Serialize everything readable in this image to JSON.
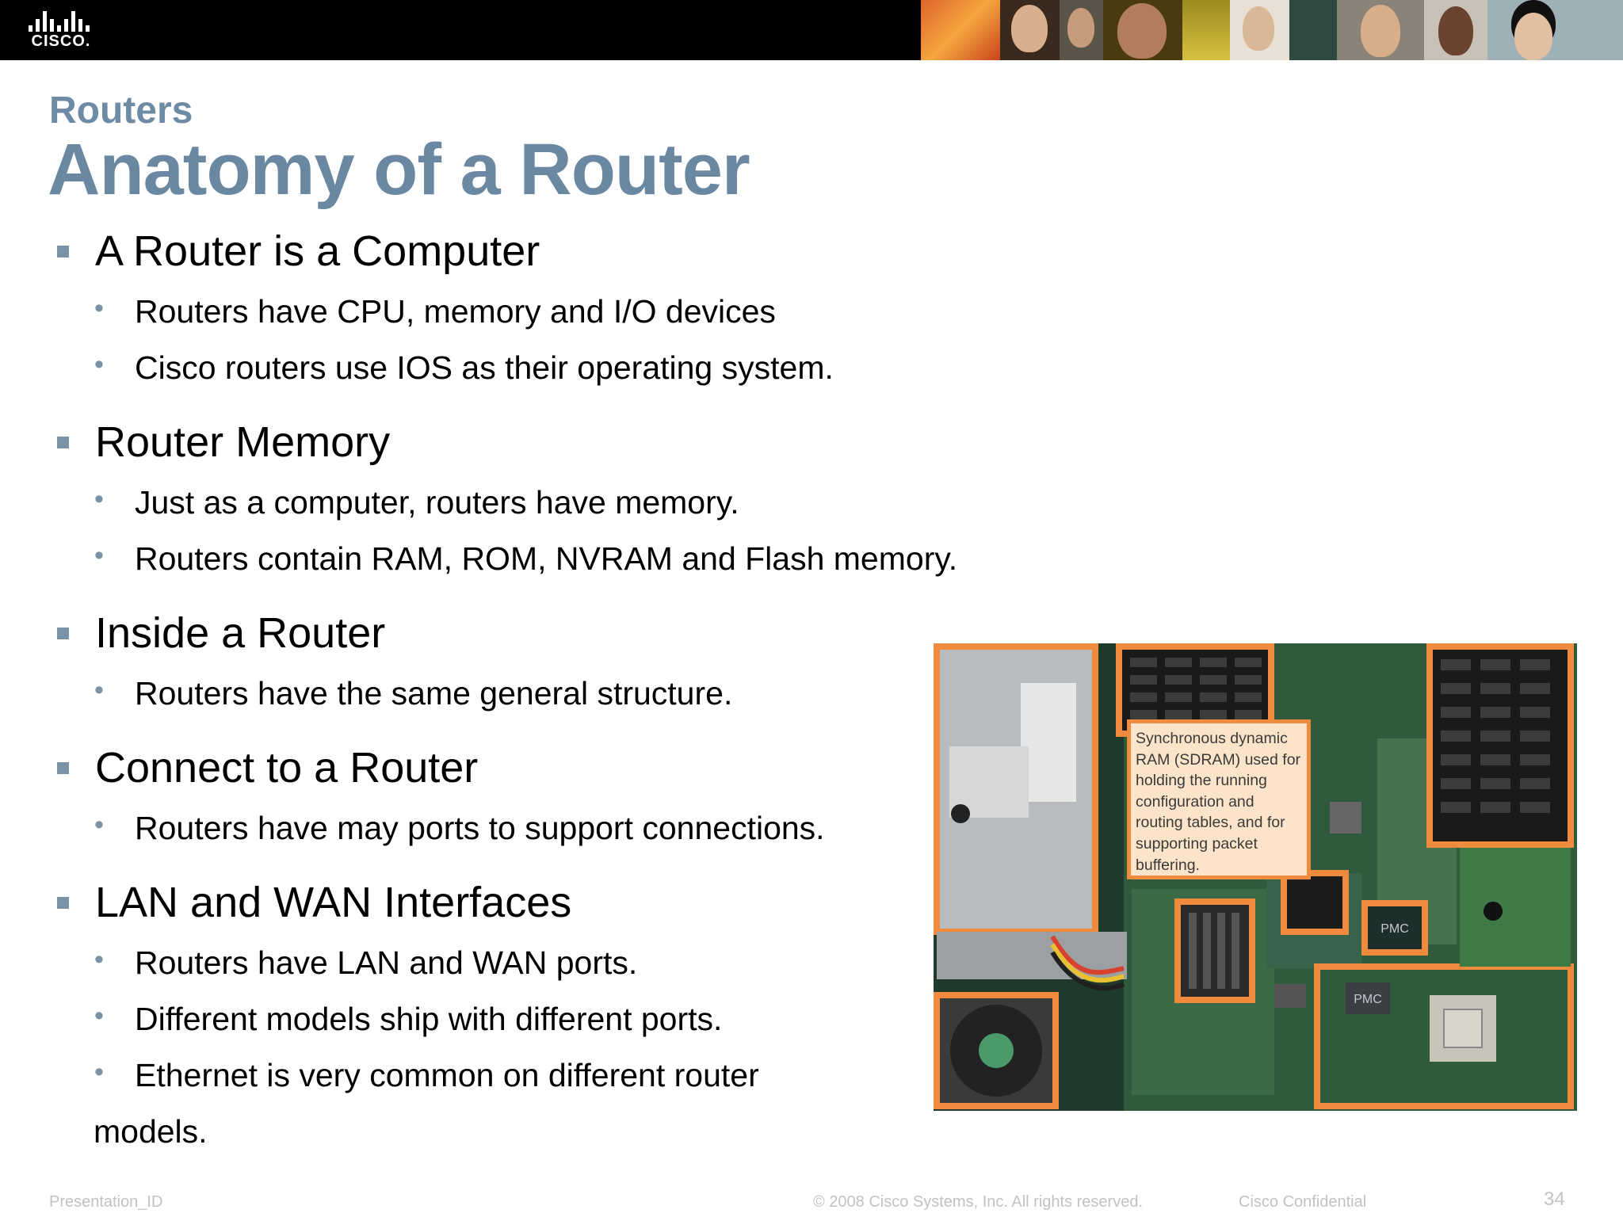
{
  "header": {
    "logo_text": "CISCO.",
    "colors": {
      "banner": "#000000",
      "title": "#6a88a2",
      "bullet": "#7a92a6",
      "highlight": "#f08a3c"
    }
  },
  "slide": {
    "section_title": "Routers",
    "title": "Anatomy of a Router",
    "bullets": [
      {
        "text": "A Router is a Computer",
        "sub": [
          "Routers have CPU, memory and I/O devices",
          "Cisco routers use IOS as their operating system."
        ]
      },
      {
        "text": "Router Memory",
        "sub": [
          "Just as a computer, routers have memory.",
          "Routers contain RAM, ROM, NVRAM and Flash memory."
        ]
      },
      {
        "text": "Inside a Router",
        "sub": [
          "Routers have the same general structure."
        ]
      },
      {
        "text": "Connect to a Router",
        "sub": [
          "Routers have may ports to support connections."
        ]
      },
      {
        "text": "LAN and WAN Interfaces",
        "sub": [
          "Routers have LAN and WAN ports.",
          "Different models ship with different ports.",
          "Ethernet is very common on different router"
        ],
        "continuation": "models."
      }
    ]
  },
  "image": {
    "callout": "Synchronous dynamic RAM (SDRAM) used for holding the running configuration and routing tables, and for supporting packet buffering.",
    "chip_labels": [
      "PMC",
      "PMC"
    ]
  },
  "footer": {
    "presentation_id": "Presentation_ID",
    "copyright": "© 2008 Cisco Systems, Inc. All rights reserved.",
    "confidential": "Cisco Confidential",
    "page_number": "34"
  }
}
